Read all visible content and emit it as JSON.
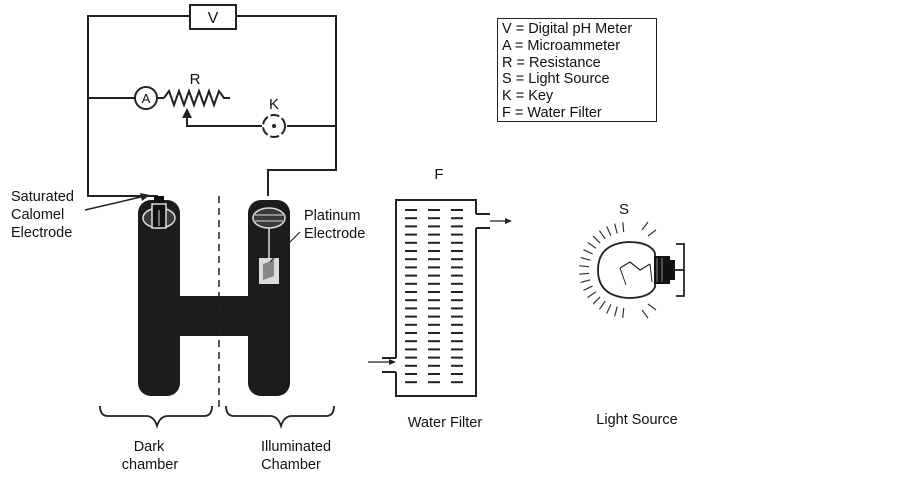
{
  "legend": [
    "V = Digital pH Meter",
    "A = Microammeter",
    "R = Resistance",
    "S = Light Source",
    "K = Key",
    "F = Water Filter"
  ],
  "symbols": {
    "voltmeter": "V",
    "ammeter": "A",
    "resistor": "R",
    "key": "K",
    "filter": "F",
    "source": "S"
  },
  "labels": {
    "calomel": [
      "Saturated",
      "Calomel",
      "Electrode"
    ],
    "platinum": [
      "Platinum",
      "Electrode"
    ],
    "dark": [
      "Dark",
      "chamber"
    ],
    "illuminated": [
      "Illuminated",
      "Chamber"
    ],
    "water_filter": "Water Filter",
    "light_source": "Light Source"
  },
  "colors": {
    "cell": "#1c1c1c",
    "line": "#222222"
  }
}
